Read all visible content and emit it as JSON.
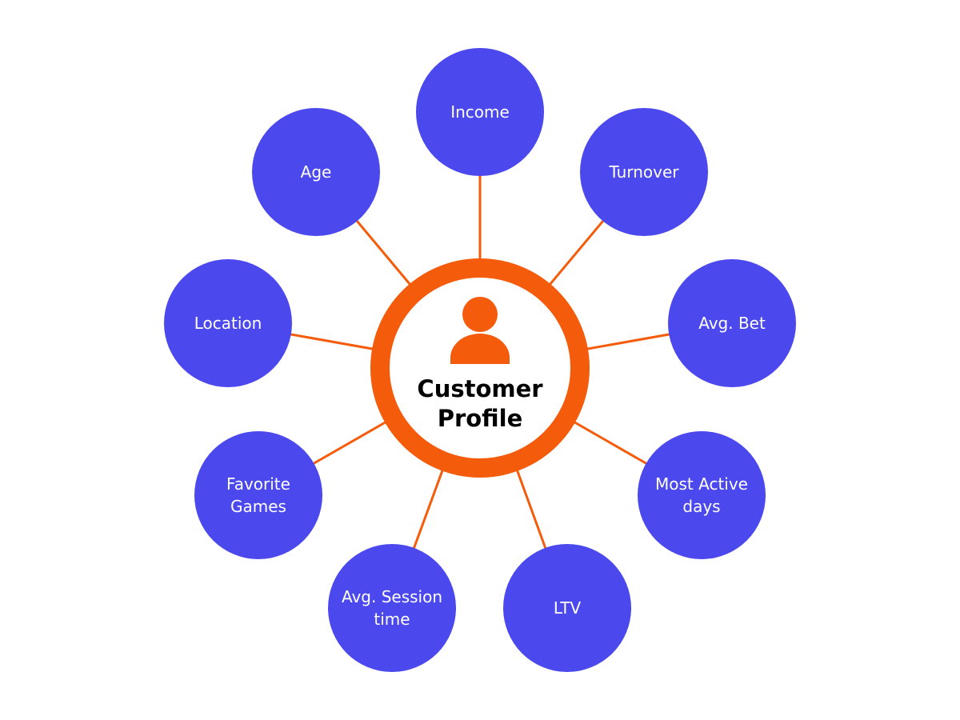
{
  "colors": {
    "node": "#4B48EE",
    "accent": "#F45B0A",
    "center_fill": "#FFFFFF",
    "text_node": "#FFFFFF",
    "text_center": "#000000"
  },
  "center": {
    "icon": "user-icon",
    "title_lines": [
      "Customer",
      "Profile"
    ]
  },
  "nodes": [
    {
      "lines": [
        "Income"
      ]
    },
    {
      "lines": [
        "Turnover"
      ]
    },
    {
      "lines": [
        "Avg. Bet"
      ]
    },
    {
      "lines": [
        "Most Active",
        "days"
      ]
    },
    {
      "lines": [
        "LTV"
      ]
    },
    {
      "lines": [
        "Avg. Session",
        "time"
      ]
    },
    {
      "lines": [
        "Favorite",
        "Games"
      ]
    },
    {
      "lines": [
        "Location"
      ]
    },
    {
      "lines": [
        "Age"
      ]
    }
  ]
}
